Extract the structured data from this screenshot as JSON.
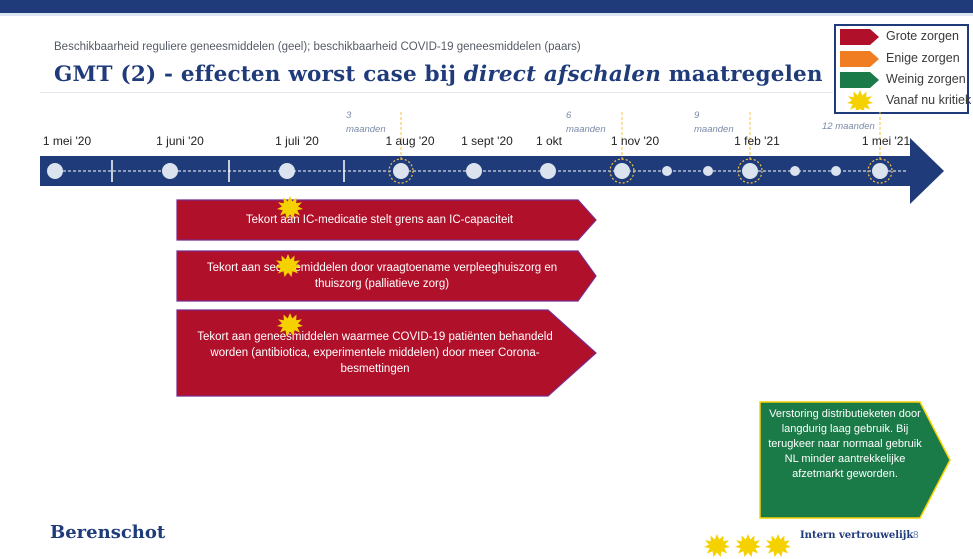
{
  "header": {
    "subtitle": "Beschikbaarheid reguliere geneesmiddelen (geel); beschikbaarheid COVID-19 geneesmiddelen (paars)",
    "title_part1": "GMT (2) - effecten worst case bij ",
    "title_emphasis": "direct afschalen",
    "title_part2": " maatregelen"
  },
  "legend": [
    {
      "label": "Grote zorgen",
      "color": "#b0102a",
      "icon": "red-arrow-icon"
    },
    {
      "label": "Enige zorgen",
      "color": "#f07d22",
      "icon": "orange-arrow-icon"
    },
    {
      "label": "Weinig zorgen",
      "color": "#1a7a48",
      "icon": "green-arrow-icon"
    },
    {
      "label": "Vanaf nu kritiek",
      "color": "#f6d100",
      "icon": "star-burst-icon"
    }
  ],
  "timeline": {
    "dates": [
      "1 mei '20",
      "1 juni '20",
      "1 juli '20",
      "1 aug '20",
      "1 sept '20",
      "1 okt",
      "1 nov '20",
      "1 feb '21",
      "1 mei '21"
    ],
    "milestones": [
      {
        "number": "3",
        "unit": "maanden"
      },
      {
        "number": "6",
        "unit": "maanden"
      },
      {
        "number": "9",
        "unit": "maanden"
      },
      {
        "number": "12 maanden",
        "unit": ""
      }
    ]
  },
  "concerns": [
    {
      "text": "Tekort aan IC-medicatie stelt grens aan IC-capaciteit",
      "level": "Grote zorgen"
    },
    {
      "text": "Tekort aan sedatiemiddelen door vraagtoename verpleeghuiszorg en thuiszorg (palliatieve zorg)",
      "level": "Grote zorgen"
    },
    {
      "text": "Tekort aan geneesmiddelen waarmee COVID-19 patiënten behandeld worden (antibiotica, experimentele middelen) door meer Corona-besmettingen",
      "level": "Grote zorgen"
    },
    {
      "text": "Verstoring distributieketen door langdurig laag gebruik. Bij terugkeer naar normaal gebruik NL minder aantrekkelijke afzetmarkt geworden.",
      "level": "Weinig zorgen"
    }
  ],
  "footer": {
    "logo": "Berenschot",
    "confidentiality": "Intern vertrouwelijk",
    "page": "8"
  },
  "colors": {
    "navy": "#1f3b7a",
    "red": "#b0102a",
    "green": "#1a7a48",
    "orange": "#f07d22",
    "yellow": "#f6d100"
  }
}
